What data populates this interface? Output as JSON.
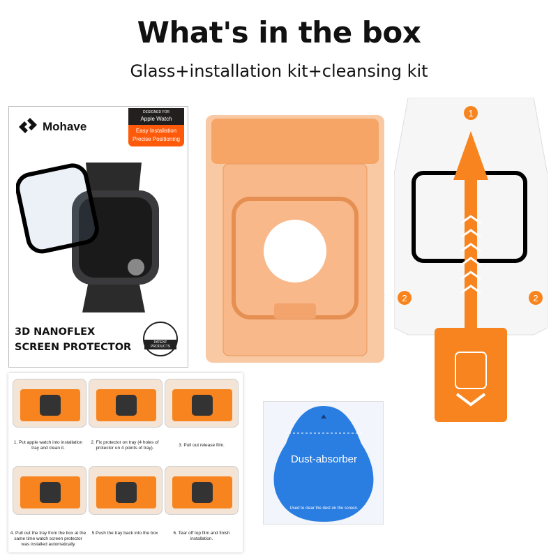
{
  "header": {
    "title": "What's in the box",
    "subtitle": "Glass+installation kit+cleansing kit"
  },
  "package": {
    "brand": "Mohave",
    "badge_small": "DESIGNED FOR",
    "badge_model": "Apple Watch",
    "badge_line1": "Easy Installation",
    "badge_line2": "Precise Positioning",
    "product_line1": "3D NANOFLEX",
    "product_line2": "SCREEN PROTECTOR",
    "seal_text": "PATENT PRODUCTS"
  },
  "film": {
    "step1": "1",
    "step2": "2",
    "accent": "#f7841e"
  },
  "instructions": {
    "steps": [
      "1. Put apple watch into installation tray and clean it.",
      "2. Fix protector on tray (4 holes of protector on 4 points of tray).",
      "3. Pull out release film.",
      "4. Pull out the tray from the box at the same time watch screen protector was installed automatically",
      "5.Push the tray back into the box",
      "6. Tear off top film and finish installation."
    ]
  },
  "dust": {
    "label": "Dust-absorber",
    "note": "Used to clear the dust on the screen.",
    "color": "#2a7de1"
  }
}
